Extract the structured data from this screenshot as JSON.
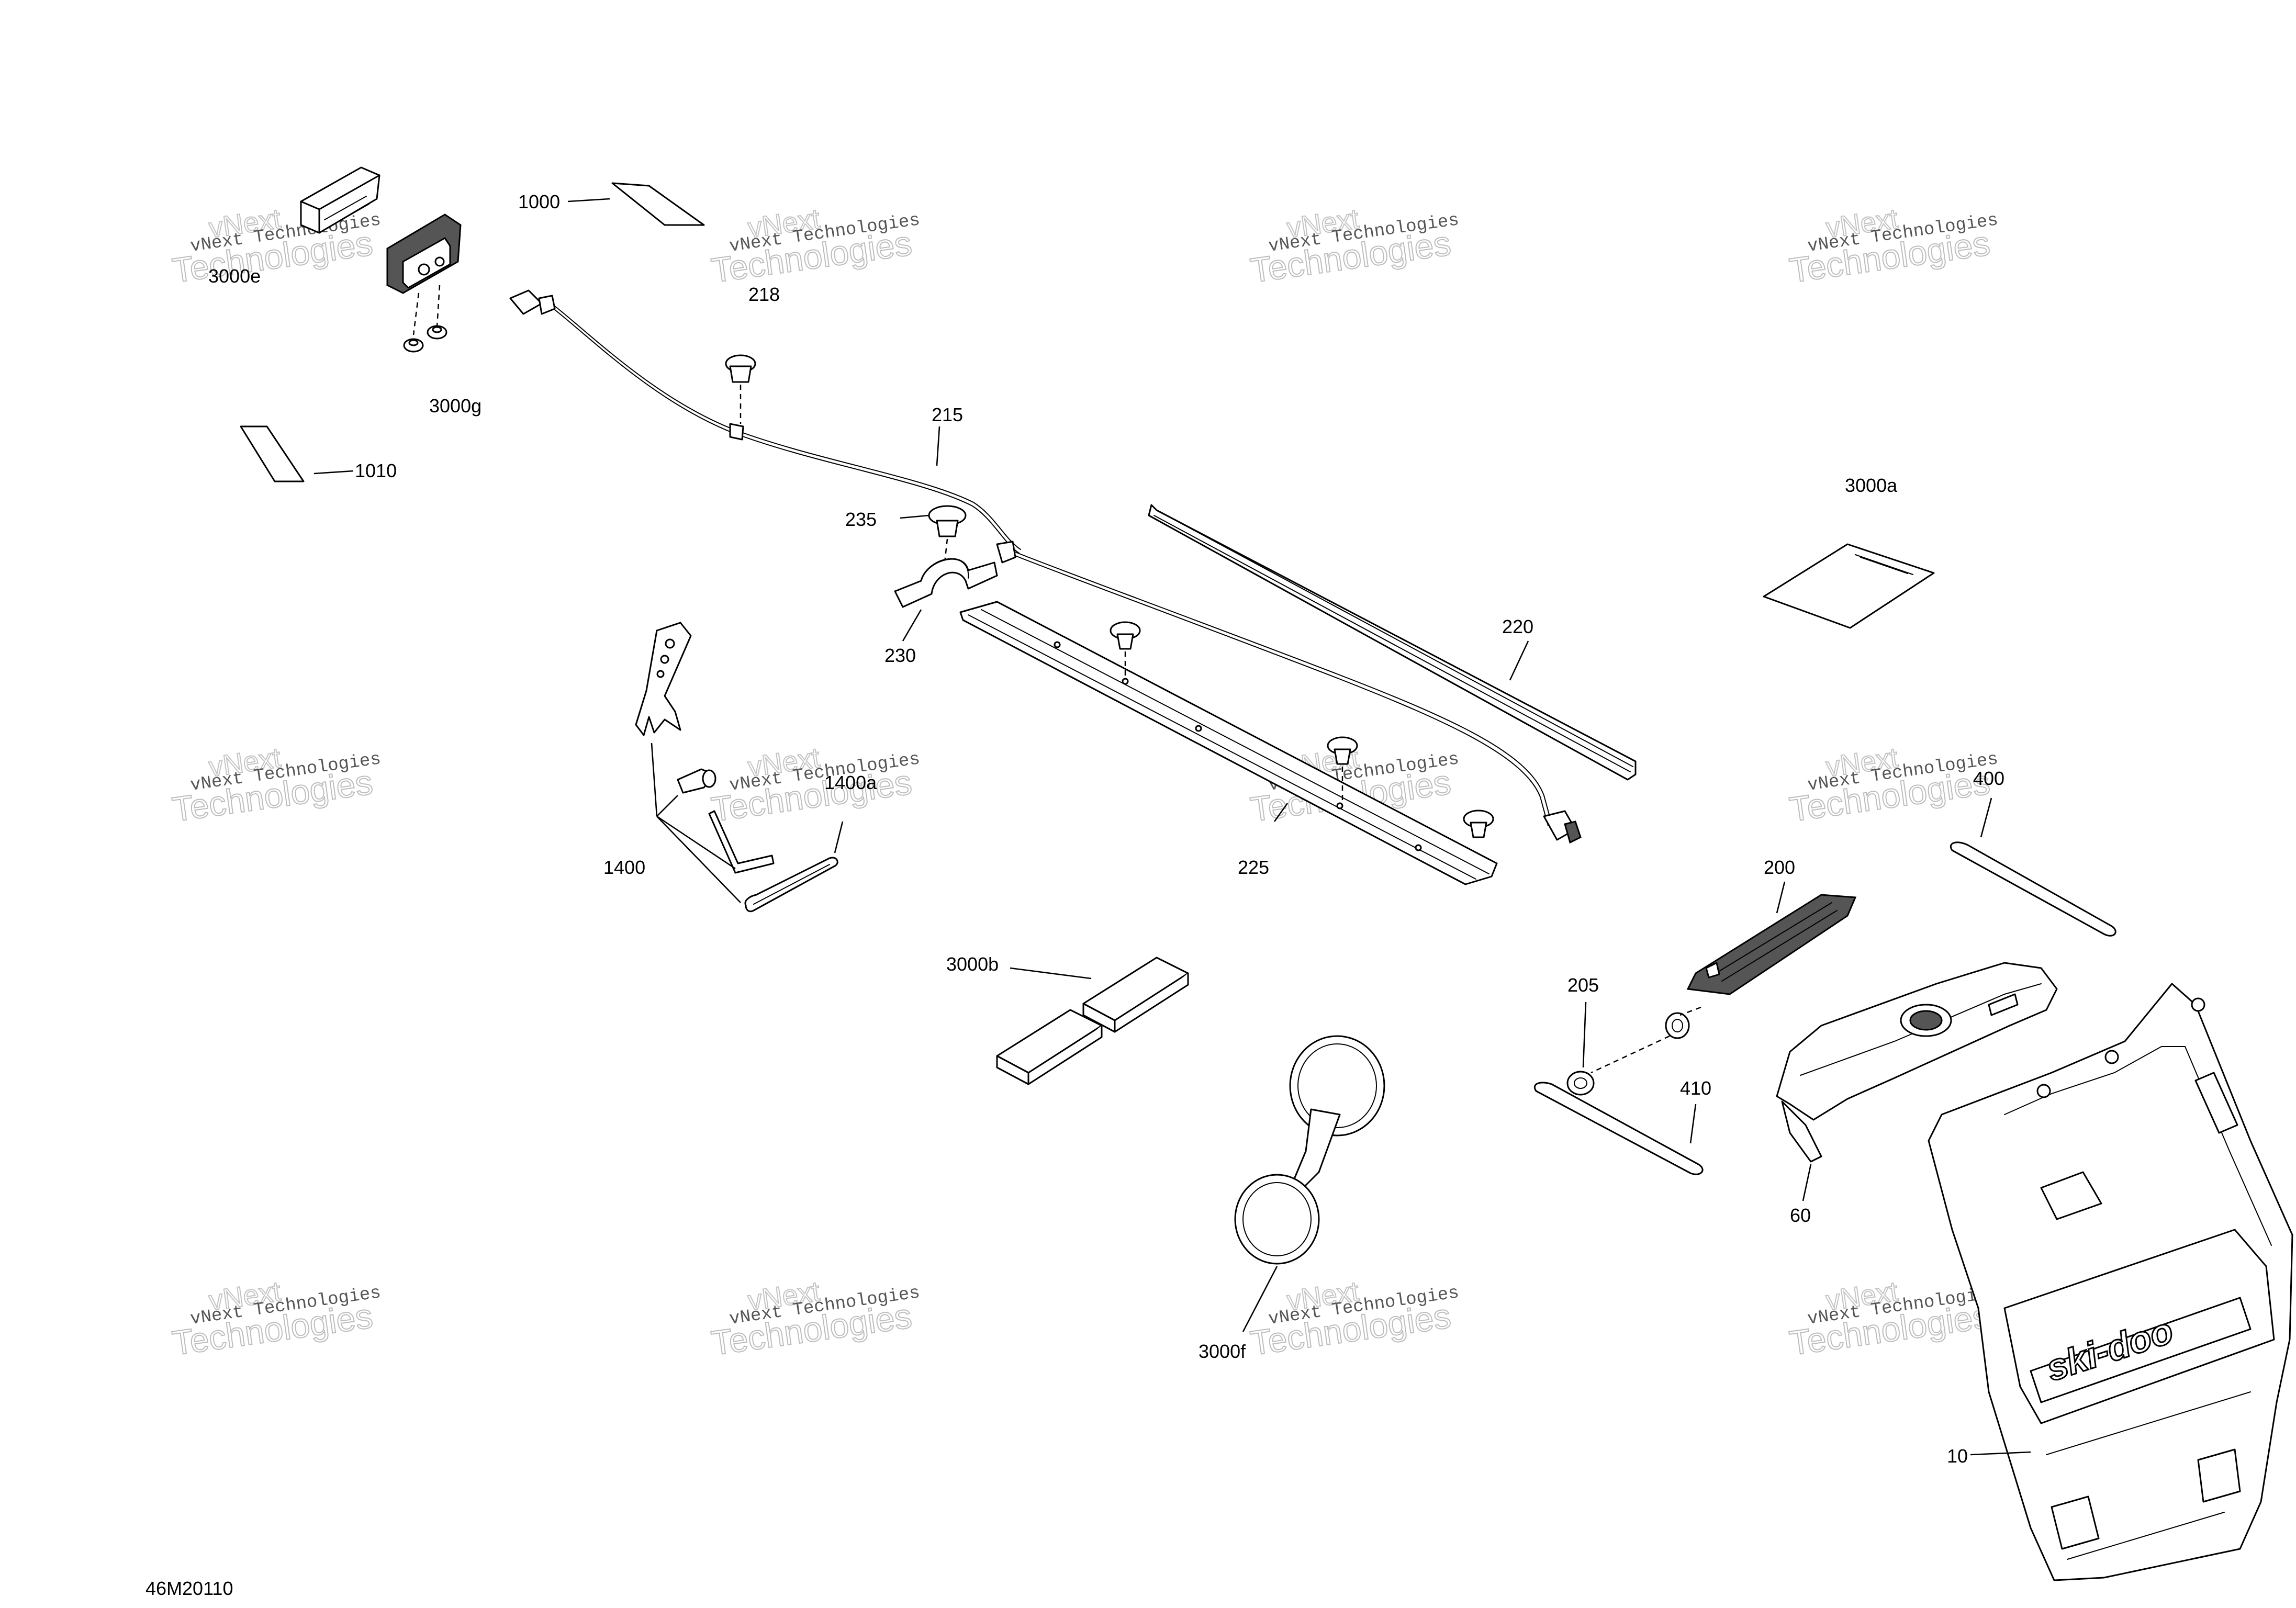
{
  "document_id": "46M20110",
  "watermark": {
    "line1": "vNext Technologies",
    "line2": "Technologies",
    "overlay": "vNext"
  },
  "logo_text": "ski-doo",
  "callouts": [
    {
      "id": "c1000",
      "label": "1000"
    },
    {
      "id": "c3000e",
      "label": "3000e"
    },
    {
      "id": "c3000g",
      "label": "3000g"
    },
    {
      "id": "c1010",
      "label": "1010"
    },
    {
      "id": "c218",
      "label": "218"
    },
    {
      "id": "c215",
      "label": "215"
    },
    {
      "id": "c235",
      "label": "235"
    },
    {
      "id": "c230",
      "label": "230"
    },
    {
      "id": "c220",
      "label": "220"
    },
    {
      "id": "c3000a",
      "label": "3000a"
    },
    {
      "id": "c1400a",
      "label": "1400a"
    },
    {
      "id": "c1400",
      "label": "1400"
    },
    {
      "id": "c225",
      "label": "225"
    },
    {
      "id": "c400",
      "label": "400"
    },
    {
      "id": "c200",
      "label": "200"
    },
    {
      "id": "c3000b",
      "label": "3000b"
    },
    {
      "id": "c205",
      "label": "205"
    },
    {
      "id": "c410",
      "label": "410"
    },
    {
      "id": "c60",
      "label": "60"
    },
    {
      "id": "c3000f",
      "label": "3000f"
    },
    {
      "id": "c10",
      "label": "10"
    }
  ]
}
